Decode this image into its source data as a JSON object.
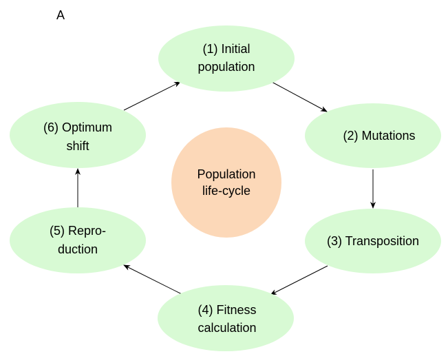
{
  "panel_label": "A",
  "center": {
    "lines": [
      "Population",
      "life-cycle"
    ],
    "color": "#fcd8b8"
  },
  "node_color": "#d8fad4",
  "arrow_color": "#000000",
  "nodes": [
    {
      "id": "initial-population",
      "lines": [
        "(1) Initial",
        "population"
      ]
    },
    {
      "id": "mutations",
      "lines": [
        "(2) Mutations"
      ]
    },
    {
      "id": "transposition",
      "lines": [
        "(3) Transposition"
      ]
    },
    {
      "id": "fitness-calculation",
      "lines": [
        "(4) Fitness",
        "calculation"
      ]
    },
    {
      "id": "reproduction",
      "lines": [
        "(5) Repro-",
        "duction"
      ]
    },
    {
      "id": "optimum-shift",
      "lines": [
        "(6) Optimum",
        "shift"
      ]
    }
  ]
}
